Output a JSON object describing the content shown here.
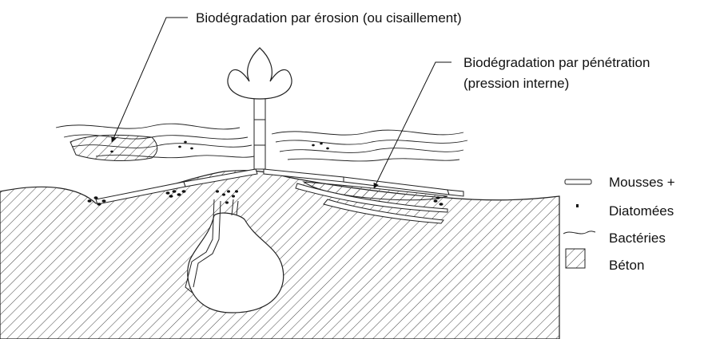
{
  "annotations": {
    "erosion": "Biodégradation par érosion (ou cisaillement)",
    "penetration_line1": "Biodégradation par pénétration",
    "penetration_line2": "(pression interne)"
  },
  "legend": {
    "items": [
      {
        "key": "mousses",
        "label": "Mousses +",
        "icon": "moss-bar-icon"
      },
      {
        "key": "diatomees",
        "label": "Diatomées",
        "icon": "diatom-dot-icon"
      },
      {
        "key": "bacteries",
        "label": "Bactéries",
        "icon": "bacteria-wave-icon"
      },
      {
        "key": "beton",
        "label": "Béton",
        "icon": "hatched-square-icon"
      }
    ]
  },
  "colors": {
    "stroke": "#1a1a1a",
    "hatch": "#333333",
    "background": "#ffffff"
  }
}
